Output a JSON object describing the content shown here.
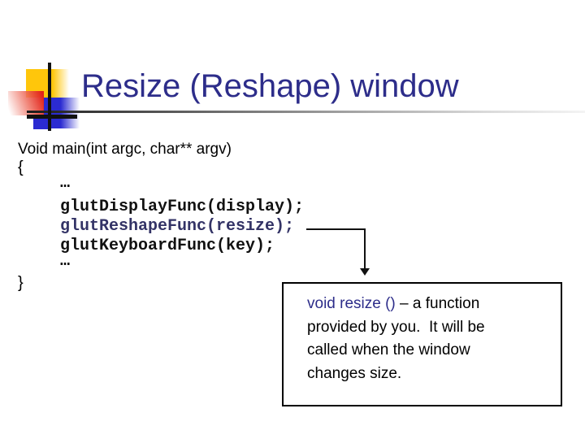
{
  "slide": {
    "title": "Resize (Reshape) window"
  },
  "code": {
    "signature": "Void main(int argc, char** argv)",
    "open_brace": "{",
    "ellipsis_top": "…",
    "line_display": "glutDisplayFunc(display);",
    "line_reshape": "glutReshapeFunc(resize);",
    "line_keyboard": "glutKeyboardFunc(key);",
    "ellipsis_bottom": "…",
    "close_brace": "}"
  },
  "note": {
    "highlight": "void resize ()",
    "line1_rest": " – a function",
    "line2": "provided by you.  It will be",
    "line3": "called when the window",
    "line4": "changes size."
  },
  "colors": {
    "title_navy": "#2D2D8A",
    "code_navy": "#333366",
    "logo_yellow": "#FFC60B",
    "logo_red": "#E2231A",
    "logo_blue": "#2B2BD1",
    "ink": "#111111"
  }
}
